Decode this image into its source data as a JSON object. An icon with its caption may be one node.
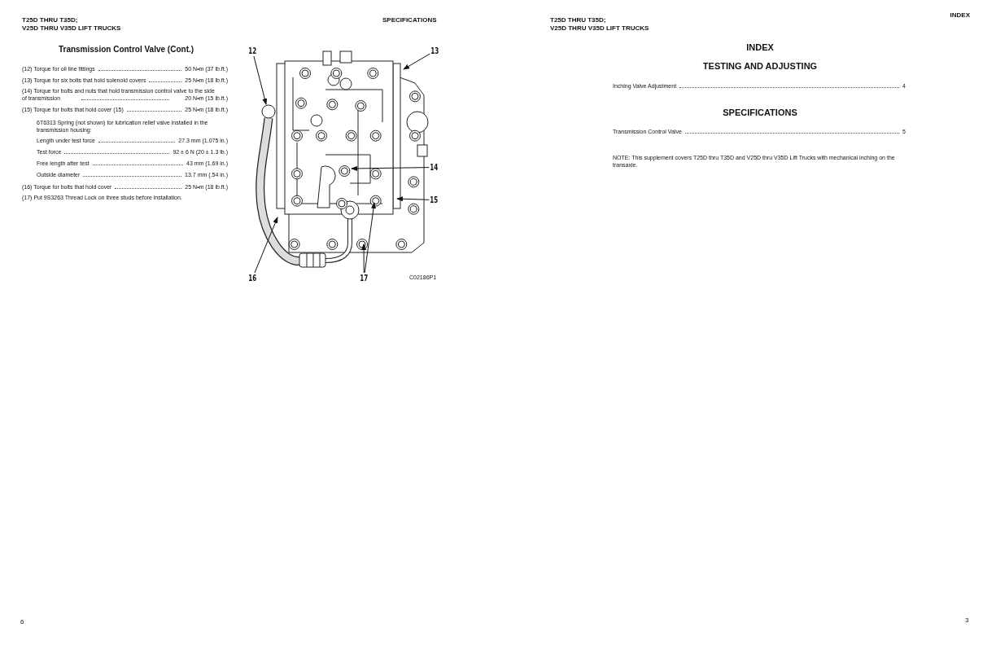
{
  "diagram": {
    "nodes": [
      {
        "text": [
          "12"
        ]
      },
      {
        "text": [
          "13"
        ]
      },
      {
        "text": [
          "14"
        ]
      },
      {
        "text": [
          "15"
        ]
      },
      {
        "text": [
          "16"
        ]
      },
      {
        "text": [
          "17"
        ]
      }
    ],
    "edges": [
      {
        "from": 0,
        "to": null,
        "arrow": "to"
      },
      {
        "from": 1,
        "to": null,
        "arrow": "to"
      },
      {
        "from": 2,
        "to": null,
        "arrow": "to"
      },
      {
        "from": 3,
        "to": null,
        "arrow": "to"
      },
      {
        "from": 4,
        "to": null,
        "arrow": "to"
      },
      {
        "from": 5,
        "to": null,
        "arrow": "to"
      },
      {
        "from": 5,
        "to": null,
        "arrow": "to"
      }
    ],
    "labels": [
      "T25D THRU T35D; V25D THRU V35D LIFT TRUCKS",
      "SPECIFICATIONS",
      "Transmission Control Valve (Cont.)",
      "(12) Torque for oil line fittings",
      "50 N•m (37 lb.ft.)",
      "(13) Torque for six bolts that hold solenoid covers",
      "25 N•m (18 lb.ft.)",
      "(14) Torque for bolts and nuts that hold transmission control valve to the side of transmission",
      "20 N•m (15 lb.ft.)",
      "(15) Torque for bolts that hold cover (15)",
      "25 N•m (18 lb.ft.)",
      "6T6313 Spring (not shown) for lubrication relief valve installed in the transmission housing:",
      "Length under test force",
      "27.3 mm (1.075 in.)",
      "Test force",
      "92 ± 6 N (20 ± 1.3 lb.)",
      "Free length after test",
      "43 mm (1.69 in.)",
      "Outside diameter",
      "13.7 mm (.54 in.)",
      "(16) Torque for bolts that hold cover",
      "25 N•m (18 lb.ft.)",
      "(17) Put 9S3263 Thread Lock on three studs before installation.",
      "C02186P1",
      "6",
      "T25D THRU T35D; V25D THRU V35D LIFT TRUCKS",
      "INDEX",
      "INDEX",
      "TESTING AND ADJUSTING",
      "Inching Valve Adjustment",
      "4",
      "SPECIFICATIONS",
      "Transmission Control Valve",
      "5",
      "NOTE: This supplement covers T25D thru T35D and V25D thru V35D Lift Trucks with mechanical inching on the transaxle.",
      "3"
    ]
  }
}
